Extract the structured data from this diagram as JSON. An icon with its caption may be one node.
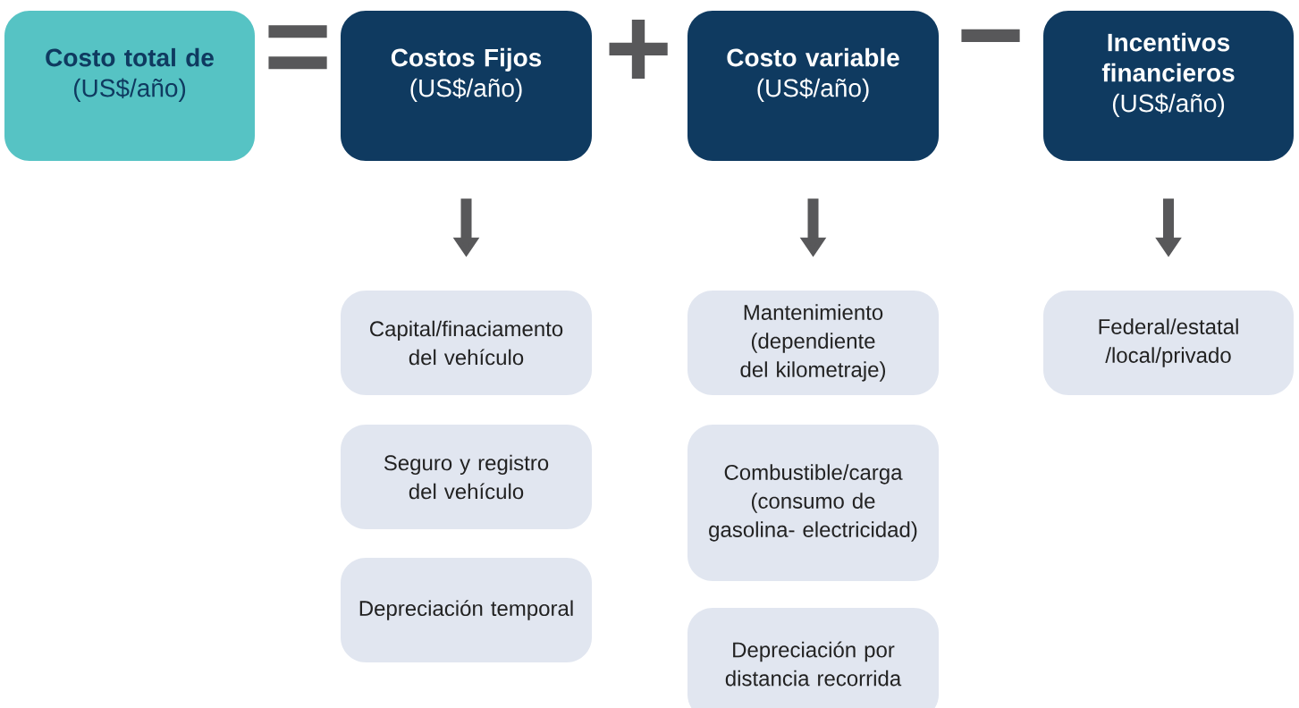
{
  "diagram": {
    "nodes": [
      {
        "text": [
          "Costo total de",
          "(US$/año)"
        ]
      },
      {
        "text": [
          "Costos Fijos",
          "(US$/año)"
        ]
      },
      {
        "text": [
          "Costo variable",
          "(US$/año)"
        ]
      },
      {
        "text": [
          "Incentivos financieros",
          "(US$/año)"
        ]
      },
      {
        "text": [
          "Capital/finaciamento del vehículo"
        ]
      },
      {
        "text": [
          "Mantenimiento (dependiente del kilometraje)"
        ]
      },
      {
        "text": [
          "Federal/estatal /local/privado"
        ]
      },
      {
        "text": [
          "Seguro y registro del vehículo"
        ]
      },
      {
        "text": [
          "Combustible/carga (consumo de gasolina- electricidad)"
        ]
      },
      {
        "text": [
          "Depreciación temporal"
        ]
      },
      {
        "text": [
          "Depreciación por distancia recorrida"
        ]
      }
    ],
    "edges": [
      {
        "from": 1,
        "to": 4,
        "arrow": "to"
      },
      {
        "from": 2,
        "to": 5,
        "arrow": "to"
      },
      {
        "from": 3,
        "to": 6,
        "arrow": "to"
      }
    ],
    "labels": [
      "=",
      "+",
      "−"
    ]
  }
}
